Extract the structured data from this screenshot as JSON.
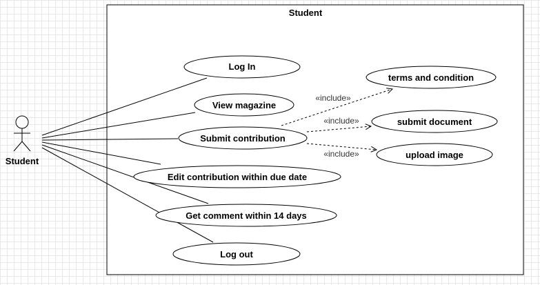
{
  "system": {
    "title": "Student"
  },
  "actor": {
    "name": "Student"
  },
  "use_cases": {
    "login": "Log In",
    "view_magazine": "View magazine",
    "submit_contribution": "Submit contribution",
    "edit_contribution": "Edit contribution within due date",
    "get_comment": "Get comment within 14 days",
    "logout": "Log out",
    "terms": "terms and condition",
    "submit_document": "submit document",
    "upload_image": "upload image"
  },
  "relations": {
    "include_terms": "«include»",
    "include_document": "«include»",
    "include_image": "«include»"
  }
}
